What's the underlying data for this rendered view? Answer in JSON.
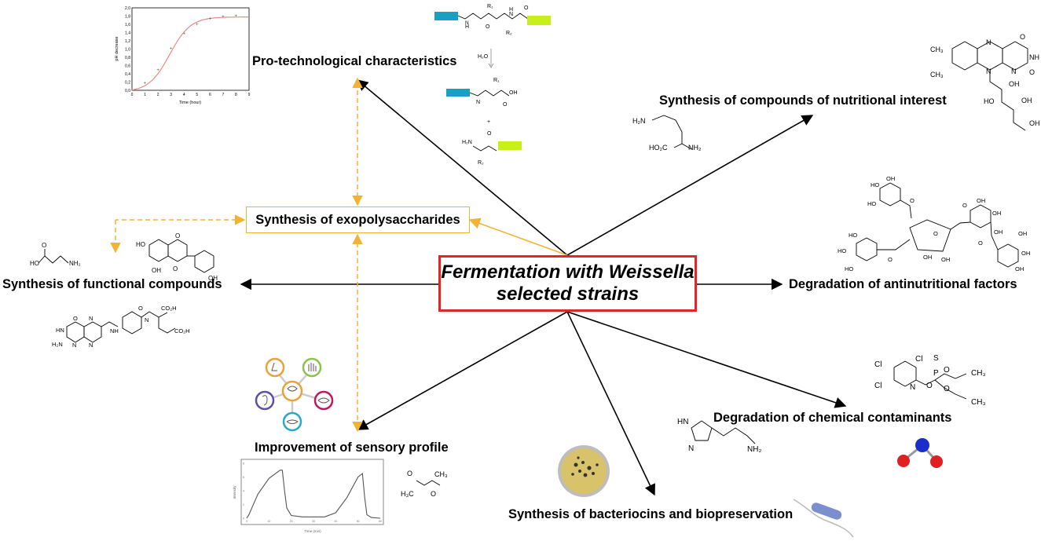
{
  "center": {
    "line1": "Fermentation with Weissella",
    "line2": "selected strains"
  },
  "eps": "Synthesis of exopolysaccharides",
  "outcomes": {
    "pro_technological": "Pro-technological characteristics",
    "nutritional": "Synthesis of compounds of nutritional interest",
    "functional": "Synthesis of functional compounds",
    "antinutritional": "Degradation of antinutritional factors",
    "sensory": "Improvement of sensory profile",
    "contaminants": "Degradation of chemical contaminants",
    "bacteriocins": "Synthesis of bacteriocins and biopreservation"
  },
  "colors": {
    "accent_red": "#e0262b",
    "eps_orange": "#f2b233",
    "arrow": "#000000",
    "curve": "#e88a8a"
  },
  "ph_chart": {
    "ylabel": "pH decrease",
    "xlabel": "Time (hour)",
    "yticks": [
      "0,0",
      "0,2",
      "0,4",
      "0,6",
      "0,8",
      "1,0",
      "1,2",
      "1,4",
      "1,6",
      "1,8",
      "2,0"
    ],
    "xticks": [
      "0",
      "1",
      "2",
      "3",
      "4",
      "5",
      "6",
      "7",
      "8",
      "9"
    ],
    "points": [
      [
        1,
        0.18
      ],
      [
        2,
        0.5
      ],
      [
        3,
        1.02
      ],
      [
        4,
        1.38
      ],
      [
        5,
        1.6
      ],
      [
        6,
        1.74
      ],
      [
        7,
        1.79
      ],
      [
        8,
        1.81
      ]
    ]
  },
  "aroma_chart": {
    "xlabel": "Time (min)",
    "ylabel": "Intensity",
    "yticks": [
      "8",
      "6",
      "4",
      "2",
      "0"
    ],
    "xticks": [
      "0",
      "10",
      "20",
      "30",
      "40",
      "50",
      "60"
    ]
  },
  "chem": {
    "water": "H₂O",
    "plus": "+",
    "r1": "R₁",
    "r2": "R₂",
    "oh": "OH",
    "o": "O",
    "n": "N",
    "nh": "NH",
    "h": "H",
    "nh2": "NH₂",
    "h2n": "H₂N",
    "ho": "HO",
    "ho2c": "HO₂C",
    "co2h": "CO₂H",
    "ch3": "CH₃",
    "h3c": "H₃C",
    "cl": "Cl",
    "s": "S",
    "p": "P",
    "hn": "HN"
  },
  "icons": [
    "nose-icon",
    "hand-icon",
    "ear-icon",
    "eye-icon",
    "mouth-icon",
    "brain-icon",
    "petri-dish-icon",
    "bacterium-icon",
    "molecule-icon"
  ]
}
